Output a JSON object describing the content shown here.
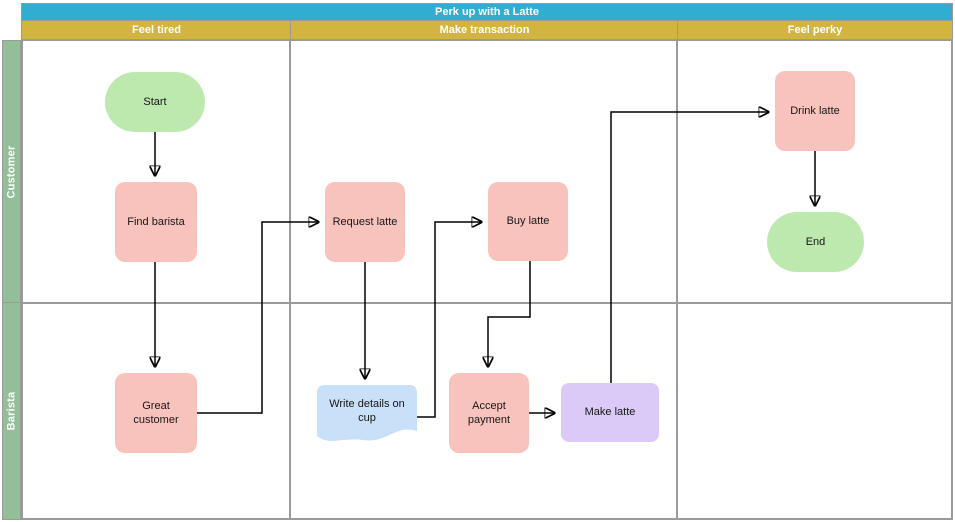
{
  "diagram": {
    "title": "Perk up with a Latte",
    "phases": [
      {
        "label": "Feel tired"
      },
      {
        "label": "Make transaction"
      },
      {
        "label": "Feel perky"
      }
    ],
    "lanes": [
      {
        "label": "Customer"
      },
      {
        "label": "Barista"
      }
    ],
    "nodes": [
      {
        "id": "start",
        "type": "terminator",
        "label": "Start",
        "lane": "Customer",
        "phase": "Feel tired"
      },
      {
        "id": "find-barista",
        "type": "process",
        "label": "Find barista",
        "lane": "Customer",
        "phase": "Feel tired"
      },
      {
        "id": "request-latte",
        "type": "process",
        "label": "Request latte",
        "lane": "Customer",
        "phase": "Make transaction"
      },
      {
        "id": "buy-latte",
        "type": "process",
        "label": "Buy latte",
        "lane": "Customer",
        "phase": "Make transaction"
      },
      {
        "id": "drink-latte",
        "type": "process",
        "label": "Drink latte",
        "lane": "Customer",
        "phase": "Feel perky"
      },
      {
        "id": "end",
        "type": "terminator",
        "label": "End",
        "lane": "Customer",
        "phase": "Feel perky"
      },
      {
        "id": "great-customer",
        "type": "process",
        "label": "Great customer",
        "lane": "Barista",
        "phase": "Feel tired"
      },
      {
        "id": "write-details",
        "type": "document",
        "label": "Write details on cup",
        "lane": "Barista",
        "phase": "Make transaction"
      },
      {
        "id": "accept-payment",
        "type": "process",
        "label": "Accept payment",
        "lane": "Barista",
        "phase": "Make transaction"
      },
      {
        "id": "make-latte",
        "type": "process",
        "label": "Make latte",
        "lane": "Barista",
        "phase": "Make transaction"
      }
    ],
    "edges": [
      {
        "from": "start",
        "to": "find-barista"
      },
      {
        "from": "find-barista",
        "to": "great-customer"
      },
      {
        "from": "great-customer",
        "to": "request-latte"
      },
      {
        "from": "request-latte",
        "to": "write-details"
      },
      {
        "from": "write-details",
        "to": "buy-latte"
      },
      {
        "from": "buy-latte",
        "to": "accept-payment"
      },
      {
        "from": "accept-payment",
        "to": "make-latte"
      },
      {
        "from": "make-latte",
        "to": "drink-latte"
      },
      {
        "from": "drink-latte",
        "to": "end"
      }
    ],
    "colors": {
      "title_bar": "#32ADD2",
      "phase_header": "#D3B43E",
      "lane_label": "#93BE97",
      "terminator_fill": "#BDE9AE",
      "process_fill": "#F9C3BD",
      "document_fill": "#C8E0F8",
      "make_latte_fill": "#DBC9F7",
      "grid_line": "#9A9A9A",
      "connector": "#000000",
      "header_text": "#FFFFFF",
      "node_text": "#161616"
    }
  }
}
